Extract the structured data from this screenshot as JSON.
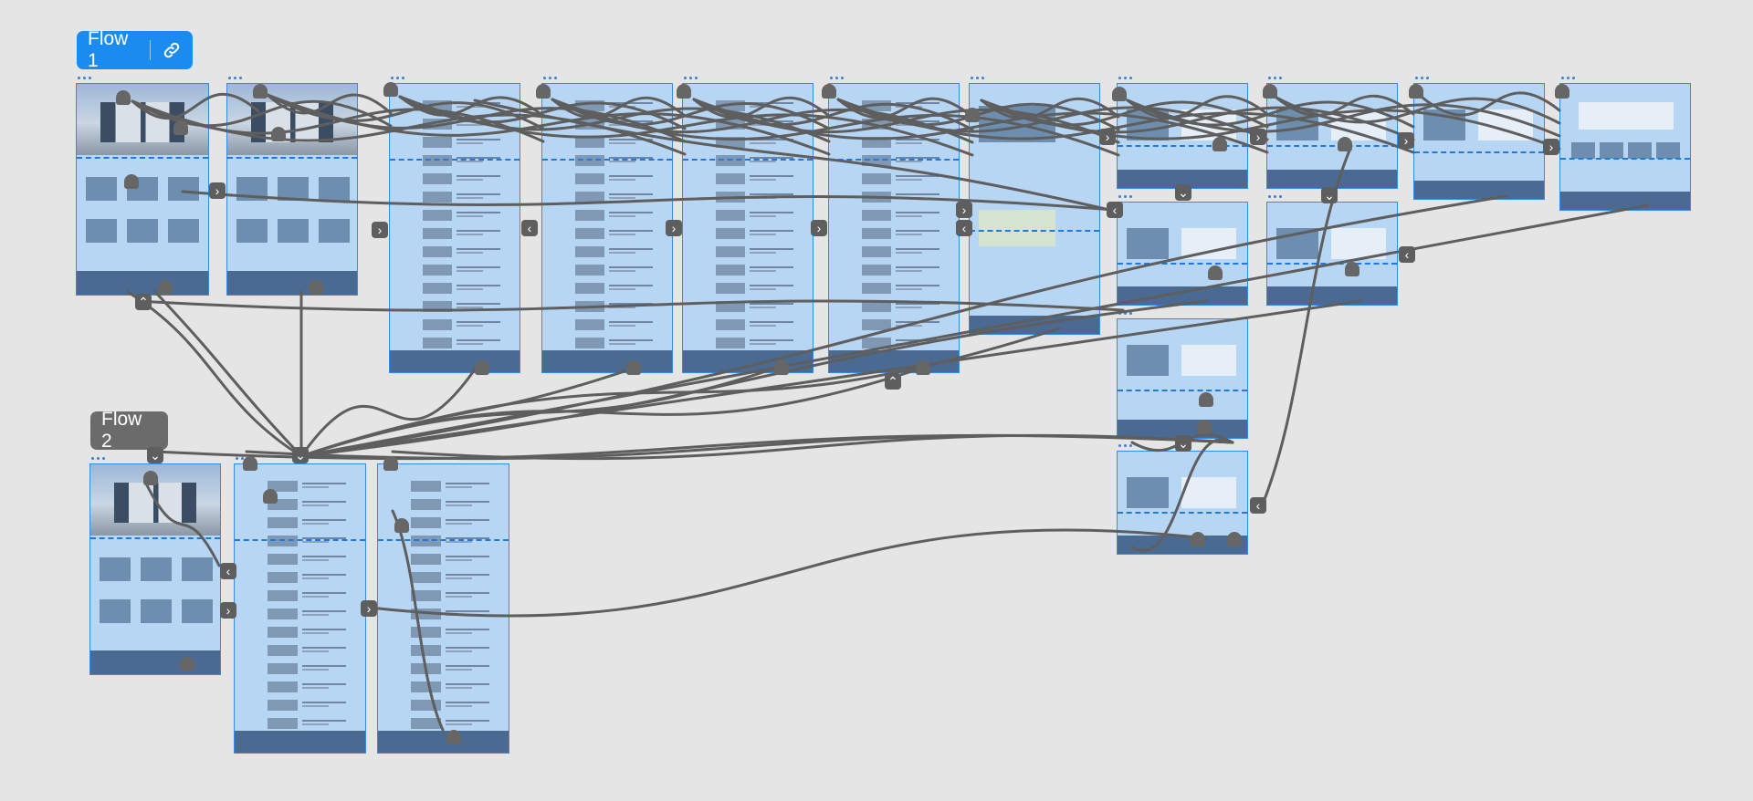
{
  "flows": [
    {
      "label": "Flow 1",
      "state": "active",
      "has_link_icon": true
    },
    {
      "label": "Flow 2",
      "state": "inactive",
      "has_link_icon": false
    }
  ],
  "colors": {
    "canvas": "#e5e5e5",
    "frame_border": "#2f8cf0",
    "frame_fill": "#b7d6f4",
    "footer": "#4a6a92",
    "connector": "#5e5e5e",
    "flow_active": "#1a8cf0",
    "flow_inactive": "#6b6b6b"
  },
  "frames": [
    {
      "id": "f1-home",
      "kind": "home"
    },
    {
      "id": "f1-home-2",
      "kind": "home"
    },
    {
      "id": "f1-list-1",
      "kind": "list"
    },
    {
      "id": "f1-list-2",
      "kind": "list"
    },
    {
      "id": "f1-list-3",
      "kind": "list"
    },
    {
      "id": "f1-list-4",
      "kind": "list"
    },
    {
      "id": "f1-detail",
      "kind": "detail"
    },
    {
      "id": "f1-booking-1",
      "kind": "booking"
    },
    {
      "id": "f1-booking-2",
      "kind": "booking-small"
    },
    {
      "id": "f1-booking-3",
      "kind": "booking-form"
    },
    {
      "id": "f1-confirm",
      "kind": "confirm"
    },
    {
      "id": "f1-booking-4",
      "kind": "booking"
    },
    {
      "id": "f1-booking-5",
      "kind": "booking-small"
    },
    {
      "id": "f1-booking-6",
      "kind": "booking"
    },
    {
      "id": "f1-booking-7",
      "kind": "booking"
    },
    {
      "id": "f2-home",
      "kind": "home"
    },
    {
      "id": "f2-list-1",
      "kind": "list"
    },
    {
      "id": "f2-list-2",
      "kind": "list"
    }
  ]
}
